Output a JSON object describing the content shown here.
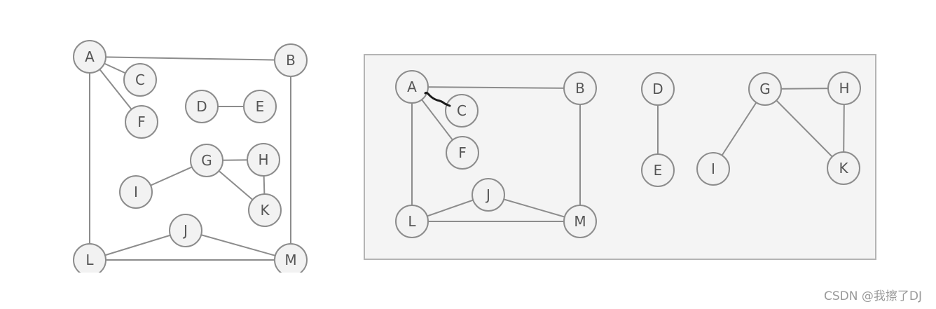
{
  "diagram_left": {
    "nodes": [
      "A",
      "B",
      "C",
      "D",
      "E",
      "F",
      "G",
      "H",
      "I",
      "J",
      "K",
      "L",
      "M"
    ],
    "edges": [
      [
        "A",
        "B"
      ],
      [
        "A",
        "C"
      ],
      [
        "A",
        "F"
      ],
      [
        "A",
        "L"
      ],
      [
        "B",
        "M"
      ],
      [
        "D",
        "E"
      ],
      [
        "G",
        "H"
      ],
      [
        "G",
        "I"
      ],
      [
        "G",
        "K"
      ],
      [
        "H",
        "K"
      ],
      [
        "L",
        "J"
      ],
      [
        "J",
        "M"
      ],
      [
        "L",
        "M"
      ]
    ]
  },
  "diagram_right": {
    "nodes": [
      "A",
      "B",
      "C",
      "D",
      "E",
      "F",
      "G",
      "H",
      "I",
      "J",
      "K",
      "L",
      "M"
    ],
    "edges": [
      [
        "A",
        "B"
      ],
      [
        "A",
        "F"
      ],
      [
        "A",
        "L"
      ],
      [
        "B",
        "M"
      ],
      [
        "D",
        "E"
      ],
      [
        "G",
        "H"
      ],
      [
        "G",
        "I"
      ],
      [
        "G",
        "K"
      ],
      [
        "H",
        "K"
      ],
      [
        "L",
        "J"
      ],
      [
        "J",
        "M"
      ],
      [
        "L",
        "M"
      ]
    ],
    "scribble_edge": [
      "A",
      "C"
    ]
  },
  "watermark": "CSDN @我擦了DJ",
  "colors": {
    "stroke": "#8c8c8c",
    "node_fill": "#f2f2f2",
    "panel_fill": "#f4f4f4",
    "label": "#555555"
  }
}
